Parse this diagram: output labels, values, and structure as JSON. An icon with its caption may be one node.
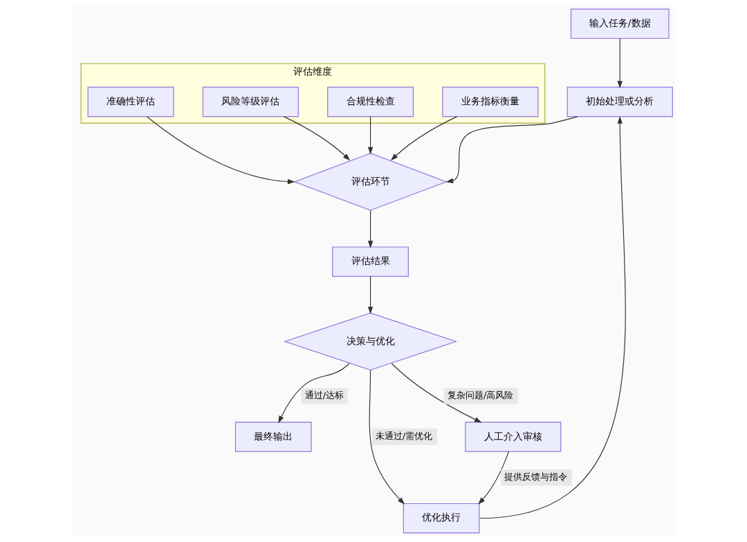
{
  "diagram": {
    "nodes": [
      {
        "text": [
          "输入任务/数据"
        ]
      },
      {
        "text": [
          "初始处理或分析"
        ]
      },
      {
        "text": [
          "评估维度"
        ]
      },
      {
        "text": [
          "准确性评估"
        ],
        "in": 2
      },
      {
        "text": [
          "风险等级评估"
        ],
        "in": 2
      },
      {
        "text": [
          "合规性检查"
        ],
        "in": 2
      },
      {
        "text": [
          "业务指标衡量"
        ],
        "in": 2
      },
      {
        "text": [
          "评估环节"
        ]
      },
      {
        "text": [
          "评估结果"
        ]
      },
      {
        "text": [
          "决策与优化"
        ]
      },
      {
        "text": [
          "最终输出"
        ]
      },
      {
        "text": [
          "人工介入审核"
        ]
      },
      {
        "text": [
          "优化执行"
        ]
      }
    ],
    "edges": [
      {
        "from": 0,
        "to": 1,
        "arrow": "to"
      },
      {
        "from": 3,
        "to": 7,
        "arrow": "to"
      },
      {
        "from": 4,
        "to": 7,
        "arrow": "to"
      },
      {
        "from": 5,
        "to": 7,
        "arrow": "to"
      },
      {
        "from": 6,
        "to": 7,
        "arrow": "to"
      },
      {
        "from": 1,
        "to": 7,
        "arrow": "to"
      },
      {
        "from": 7,
        "to": 8,
        "arrow": "to"
      },
      {
        "from": 8,
        "to": 9,
        "arrow": "to"
      },
      {
        "from": 9,
        "to": 10,
        "arrow": "to",
        "label": "通过/达标"
      },
      {
        "from": 9,
        "to": 12,
        "arrow": "to",
        "label": "未通过/需优化"
      },
      {
        "from": 9,
        "to": 11,
        "arrow": "to",
        "label": "复杂问题/高风险"
      },
      {
        "from": 11,
        "to": 12,
        "arrow": "to",
        "label": "提供反馈与指令"
      },
      {
        "from": 12,
        "to": 1,
        "arrow": "to"
      }
    ]
  }
}
